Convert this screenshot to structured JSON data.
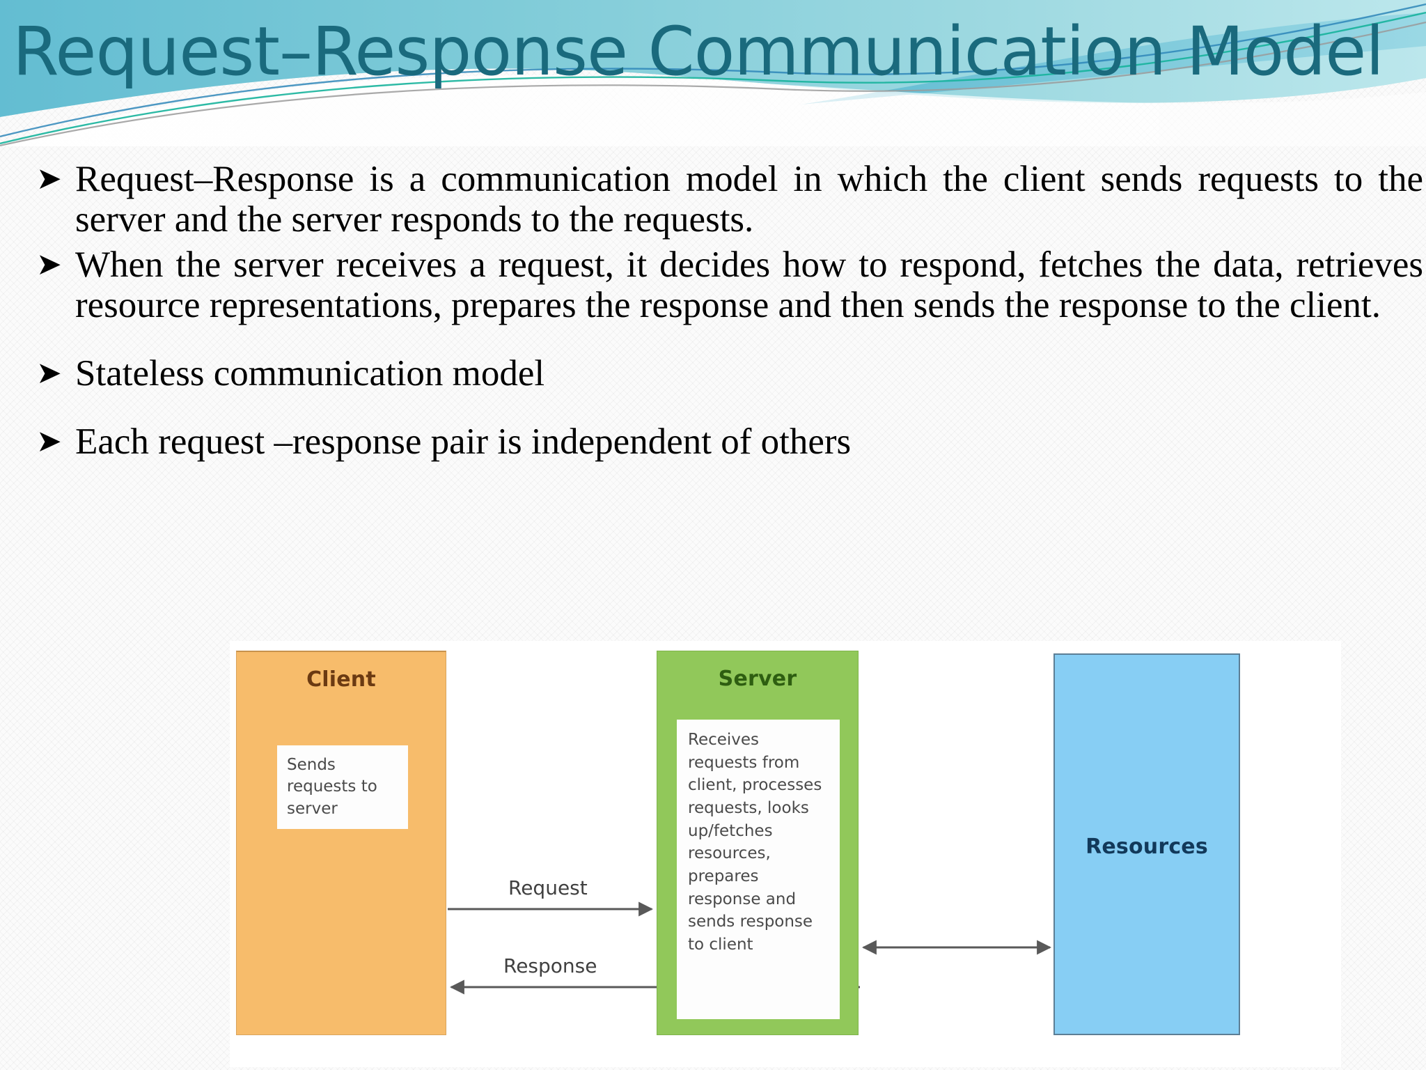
{
  "slide": {
    "title": "Request–Response Communication Model",
    "title_color": "#1A6A7D",
    "background_color": "#FBFBFB",
    "bullet_marker": "➤"
  },
  "bullets": [
    {
      "marker": "➤",
      "text": "Request–Response is a communication model in  which the client sends requests to the server and the server responds to the requests.",
      "justified": true
    },
    {
      "marker": "➤",
      "text": "When the server receives a request, it decides how to respond, fetches the data,  retrieves resource representations, prepares the response and then sends the  response to the client.",
      "justified": true
    },
    {
      "marker": "➤",
      "text": "Stateless communication model",
      "justified": false
    },
    {
      "marker": "➤",
      "text": "Each request –response pair is independent of others",
      "justified": false
    }
  ],
  "diagram": {
    "client": {
      "title": "Client",
      "title_color": "#6B3A12",
      "fill": "#F7BC6B",
      "note": "Sends requests to server"
    },
    "server": {
      "title": "Server",
      "title_color": "#2E5E11",
      "fill": "#91C85A",
      "note": "Receives requests from client, processes requests, looks up/fetches resources, prepares response and sends response to client"
    },
    "resources": {
      "title": "Resources",
      "title_color": "#12395A",
      "fill": "#87CEF4",
      "border": "#5C7E95"
    },
    "arrows": {
      "request_label": "Request",
      "response_label": "Response",
      "arrow_color": "#595959"
    }
  }
}
